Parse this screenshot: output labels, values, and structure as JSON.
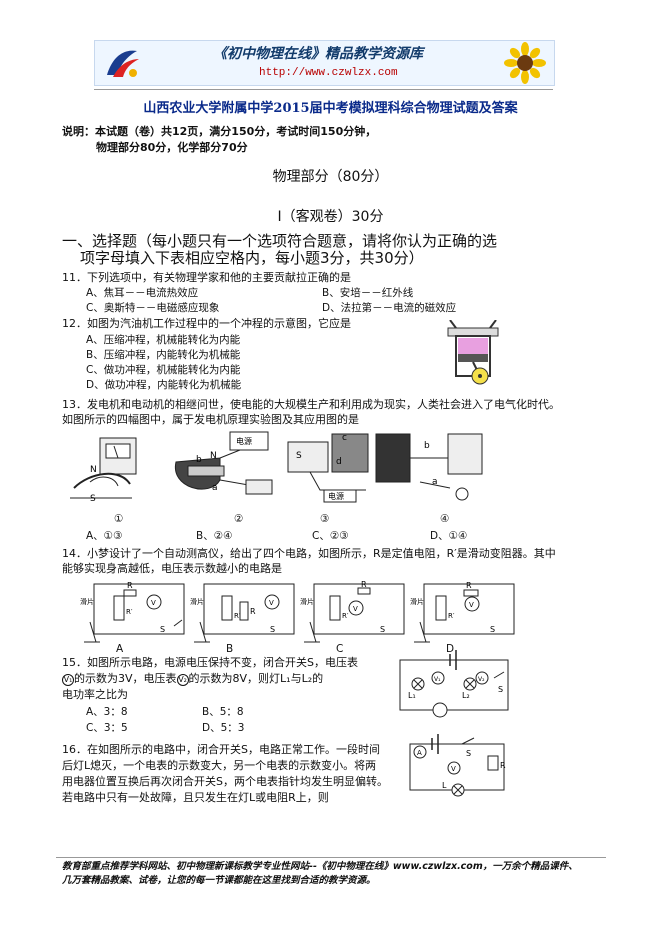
{
  "banner": {
    "title": "《初中物理在线》精品教学资源库",
    "url": "http://www.czwlzx.com"
  },
  "doc_title": "山西农业大学附属中学2015届中考模拟理科综合物理试题及答案",
  "note": {
    "line1": "说明：本试题（卷）共12页，满分150分，考试时间150分钟，",
    "line2": "物理部分80分，化学部分70分"
  },
  "section": "物理部分（80分）",
  "part": "Ⅰ（客观卷）30分",
  "heading": {
    "line1": "一、选择题（每小题只有一个选项符合题意，请将你认为正确的选",
    "line2": "项字母填入下表相应空格内，每小题3分，共30分）"
  },
  "q11": {
    "stem": "11．下列选项中，有关物理学家和他的主要贡献拉正确的是",
    "a": "A、焦耳－－电流热效应",
    "b": "B、安培－－红外线",
    "c": "C、奥斯特－－电磁感应现象",
    "d": "D、法拉第－－电流的磁效应"
  },
  "q12": {
    "stem": "12．如图为汽油机工作过程中的一个冲程的示意图，它应是",
    "a": "A、压缩冲程，机械能转化为内能",
    "b": "B、压缩冲程，内能转化为机械能",
    "c": "C、做功冲程，机械能转化为内能",
    "d": "D、做功冲程，内能转化为机械能"
  },
  "q13": {
    "line1": "13．发电机和电动机的相继问世，使电能的大规模生产和利用成为现实，人类社会进入了电气化时代。",
    "line2": "如图所示的四幅图中，属于发电机原理实验图及其应用图的是",
    "fig_labels": [
      "①",
      "②",
      "③",
      "④"
    ],
    "a": "A、①③",
    "b": "B、②④",
    "c": "C、②③",
    "d": "D、①④",
    "label_power": "电源",
    "letters": {
      "n": "N",
      "b": "b",
      "s": "S",
      "a": "a",
      "c": "c",
      "d": "d"
    }
  },
  "q14": {
    "line1": "14．小梦设计了一个自动测高仪，给出了四个电路，如图所示，R是定值电阻，R′是滑动变阻器。其中",
    "line2": "能够实现身高越低，电压表示数越小的电路是",
    "fig_labels": [
      "A",
      "B",
      "C",
      "D"
    ],
    "label_slider": "滑片",
    "label_r": "R",
    "label_rp": "R′",
    "label_v": "V",
    "label_s": "S"
  },
  "q15": {
    "line1": "15．如图所示电路，电源电压保持不变，闭合开关S，电压表",
    "line2_pre": "的示数为3V，电压表",
    "line2_post": "的示数为8V，则灯L₁与L₂的",
    "line3": "电功率之比为",
    "v1": "V₁",
    "v2": "V₂",
    "a": "A、3：8",
    "b": "B、5：8",
    "c": "C、3：5",
    "d": "D、5：3",
    "labels": {
      "l1": "L₁",
      "l2": "L₂",
      "s": "S",
      "v1": "V₁",
      "v2": "V₂"
    }
  },
  "q16": {
    "line1": "16．在如图所示的电路中，闭合开关S，电路正常工作。一段时间",
    "line2": "后灯L熄灭，一个电表的示数变大，另一个电表的示数变小。将两",
    "line3": "用电器位置互换后再次闭合开关S，两个电表指针均发生明显偏转。",
    "line4": "若电路中只有一处故障，且只发生在灯L或电阻R上，则",
    "labels": {
      "a": "A",
      "s": "S",
      "r": "R",
      "v": "V",
      "l": "L"
    }
  },
  "footer": {
    "line1": "教育部重点推荐学科网站、初中物理新课标教学专业性网站--《初中物理在线》www.czwlzx.com，一万余个精品课件、",
    "line2": "几万套精品教案、试卷，让您的每一节课都能在这里找到合适的教学资源。"
  }
}
